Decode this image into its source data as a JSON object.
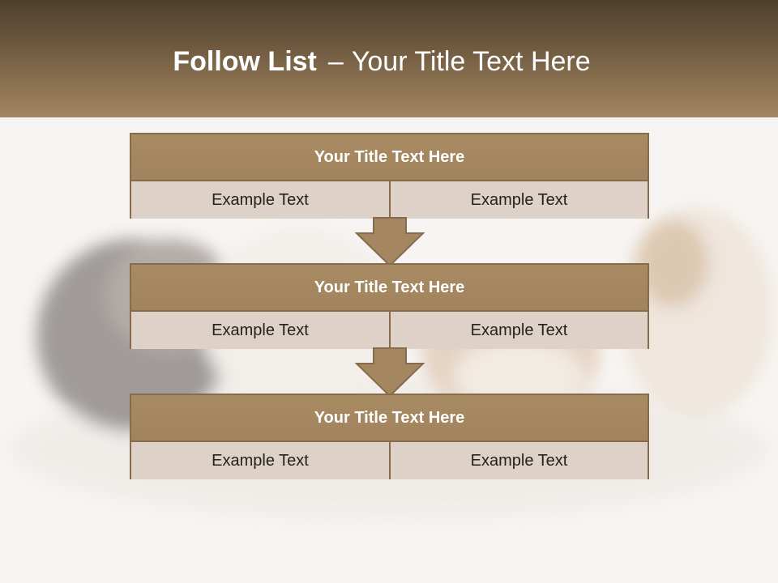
{
  "slide": {
    "title_bold": "Follow List",
    "title_dash": "–",
    "title_rest": "Your Title Text Here"
  },
  "blocks": [
    {
      "title": "Your Title Text Here",
      "left": "Example Text",
      "right": "Example Text"
    },
    {
      "title": "Your Title Text Here",
      "left": "Example Text",
      "right": "Example Text"
    },
    {
      "title": "Your Title Text Here",
      "left": "Example Text",
      "right": "Example Text"
    }
  ],
  "colors": {
    "header_dark": "#4e3f2d",
    "header_light": "#a48661",
    "block_title": "#a48661",
    "block_cell": "#ddd1c8",
    "arrow": "#a48661",
    "border": "#866c4d"
  },
  "background_image": "faded-kittens-photo"
}
